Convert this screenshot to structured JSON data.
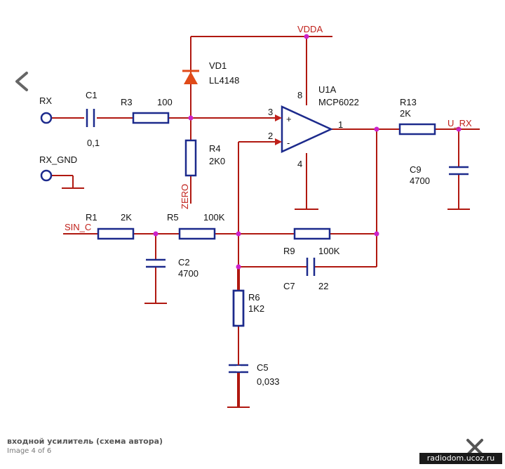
{
  "viewer": {
    "caption": "входной усилитель (схема автора)",
    "counter": "Image 4 of 6",
    "watermark": "radiodom.ucoz.ru",
    "prev_icon": "chevron-left-icon",
    "close_icon": "close-icon"
  },
  "schematic": {
    "colors": {
      "wire": "#b01810",
      "part": "#1c2a8c",
      "node": "#cc22cc",
      "label": "#111111",
      "net_label": "#c0201a"
    },
    "nets": {
      "vdda": "VDDA",
      "rx": "RX",
      "rx_gnd": "RX_GND",
      "sin_c": "SIN_C",
      "zero": "ZERO",
      "u_rx": "U_RX"
    },
    "opamp": {
      "ref": "U1A",
      "part": "MCP6022",
      "pin_in_plus": "3",
      "pin_in_minus": "2",
      "pin_out": "1",
      "pin_vdd": "8",
      "pin_gnd": "4",
      "plus_sign": "+",
      "minus_sign": "-"
    },
    "diode": {
      "ref": "VD1",
      "value": "LL4148"
    },
    "c1": {
      "ref": "C1",
      "value": "0,1"
    },
    "r3": {
      "ref": "R3",
      "value": "100"
    },
    "r4": {
      "ref": "R4",
      "value": "2K0"
    },
    "r13": {
      "ref": "R13",
      "value": "2K"
    },
    "c9": {
      "ref": "C9",
      "value": "4700"
    },
    "r1": {
      "ref": "R1",
      "value": "2K"
    },
    "r5": {
      "ref": "R5",
      "value": "100K"
    },
    "c2": {
      "ref": "C2",
      "value": "4700"
    },
    "r9": {
      "ref": "R9",
      "value": "100K"
    },
    "c7": {
      "ref": "C7",
      "value": "22"
    },
    "r6": {
      "ref": "R6",
      "value": "1K2"
    },
    "c5": {
      "ref": "C5",
      "value": "0,033"
    }
  }
}
